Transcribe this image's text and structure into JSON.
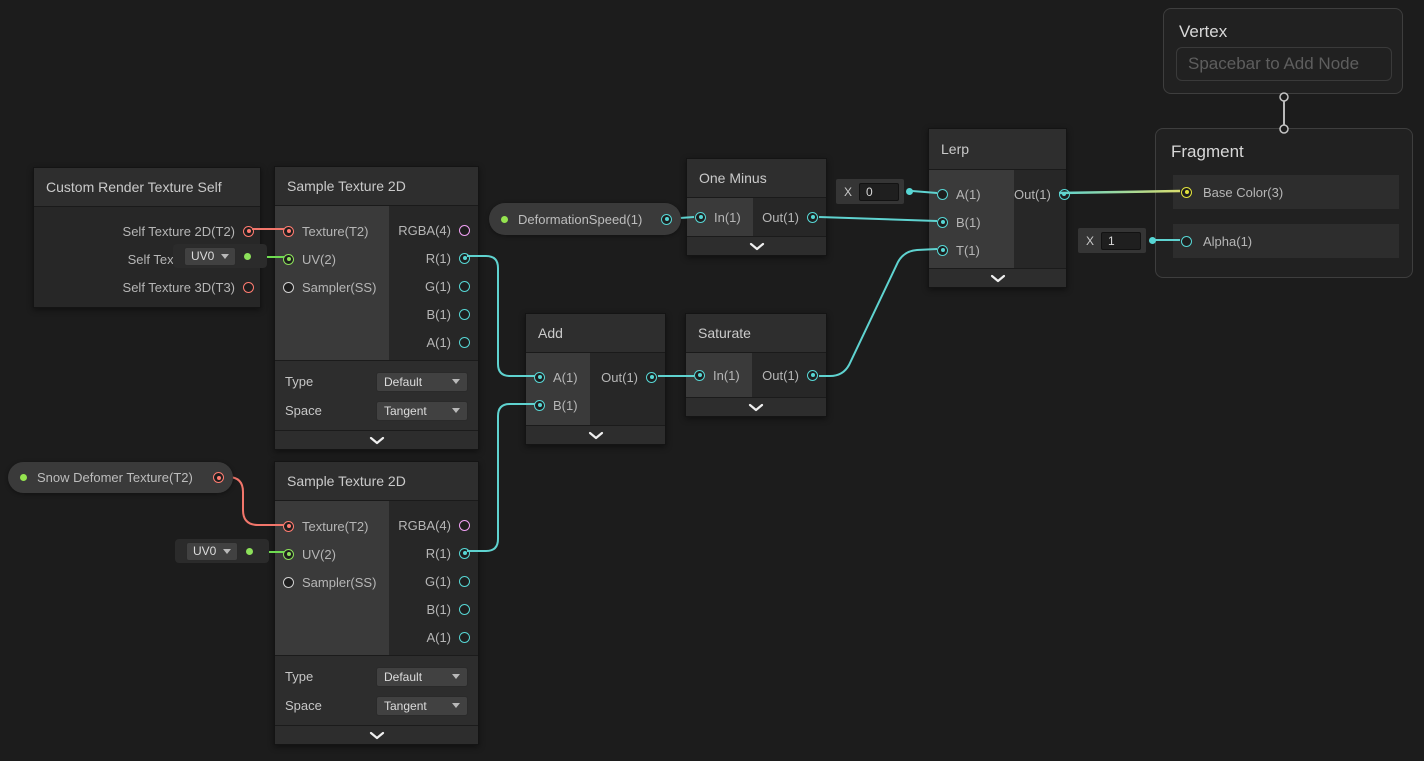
{
  "colors": {
    "canvas_bg": "#1c1c1c",
    "wire_cyan": "#5fd3d0",
    "wire_red": "#f2766b",
    "wire_green": "#6fdc51",
    "wire_yellow": "#d8dd6e",
    "port_red": "#ff7b70",
    "port_green": "#8ce05a",
    "port_cyan": "#57d6d4",
    "port_pink": "#ef9ff2",
    "port_yellow": "#e0e13c",
    "property_dot_green": "#95e44f"
  },
  "properties": {
    "deformation_speed": {
      "label": "DeformationSpeed(1)"
    },
    "snow_deformer": {
      "label": "Snow Defomer Texture(T2)"
    }
  },
  "uv_selectors": {
    "top": {
      "value": "UV0"
    },
    "bottom": {
      "value": "UV0"
    }
  },
  "inline_fields": {
    "lerp_a": {
      "label": "X",
      "value": "0"
    },
    "fragment_alpha": {
      "label": "X",
      "value": "1"
    }
  },
  "nodes": {
    "custom_render_texture_self": {
      "title": "Custom Render Texture Self",
      "outputs": [
        "Self Texture 2D(T2)",
        "Self Texture",
        "Self Texture 3D(T3)"
      ]
    },
    "sample_texture_2d_top": {
      "title": "Sample Texture 2D",
      "inputs": [
        "Texture(T2)",
        "UV(2)",
        "Sampler(SS)"
      ],
      "outputs": [
        "RGBA(4)",
        "R(1)",
        "G(1)",
        "B(1)",
        "A(1)"
      ],
      "controls": [
        {
          "label": "Type",
          "value": "Default"
        },
        {
          "label": "Space",
          "value": "Tangent"
        }
      ]
    },
    "sample_texture_2d_bottom": {
      "title": "Sample Texture 2D",
      "inputs": [
        "Texture(T2)",
        "UV(2)",
        "Sampler(SS)"
      ],
      "outputs": [
        "RGBA(4)",
        "R(1)",
        "G(1)",
        "B(1)",
        "A(1)"
      ],
      "controls": [
        {
          "label": "Type",
          "value": "Default"
        },
        {
          "label": "Space",
          "value": "Tangent"
        }
      ]
    },
    "one_minus": {
      "title": "One Minus",
      "input": "In(1)",
      "output": "Out(1)"
    },
    "add": {
      "title": "Add",
      "input_a": "A(1)",
      "input_b": "B(1)",
      "output": "Out(1)"
    },
    "saturate": {
      "title": "Saturate",
      "input": "In(1)",
      "output": "Out(1)"
    },
    "lerp": {
      "title": "Lerp",
      "input_a": "A(1)",
      "input_b": "B(1)",
      "input_t": "T(1)",
      "output": "Out(1)"
    },
    "vertex": {
      "title": "Vertex",
      "placeholder": "Spacebar to Add Node"
    },
    "fragment": {
      "title": "Fragment",
      "inputs": [
        "Base Color(3)",
        "Alpha(1)"
      ]
    }
  }
}
